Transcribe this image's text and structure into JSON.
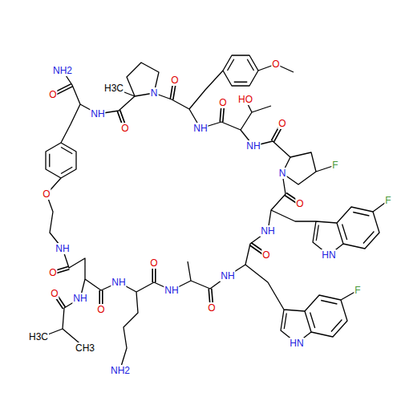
{
  "diagram": {
    "labels": [
      "NH2",
      "O",
      "H3C",
      "NH",
      "O",
      "N",
      "O",
      "O",
      "NH",
      "O",
      "HO",
      "NH",
      "O",
      "F",
      "N",
      "O",
      "NH",
      "F",
      "HN",
      "O",
      "NH",
      "F",
      "HN",
      "O",
      "NH",
      "O",
      "NH",
      "O",
      "NH",
      "O",
      "H3C",
      "CH3",
      "NH2",
      "NH",
      "O",
      "O"
    ]
  }
}
